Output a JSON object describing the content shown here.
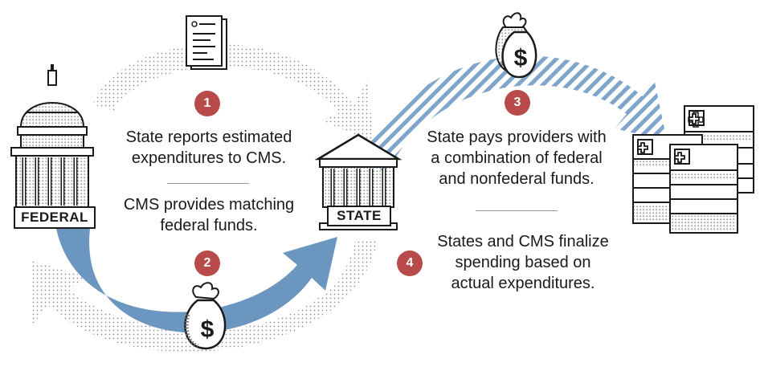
{
  "steps": [
    {
      "number": "1",
      "lines": [
        "State reports estimated",
        "expenditures to CMS."
      ]
    },
    {
      "number": "2",
      "lines": [
        "CMS provides matching",
        "federal funds."
      ]
    },
    {
      "number": "3",
      "lines": [
        "State pays providers with",
        "a combination of federal",
        "and nonfederal funds."
      ]
    },
    {
      "number": "4",
      "lines": [
        "States and CMS finalize",
        "spending based on",
        "actual expenditures."
      ]
    }
  ],
  "labels": {
    "federal": "FEDERAL",
    "state": "STATE"
  },
  "colors": {
    "arrow_blue": "#6b96c0",
    "stripe_blue": "#7fa5cc",
    "badge_red": "#b84a4a",
    "dots": "#8a8a8a",
    "ink": "#1a1a1a"
  },
  "icons": [
    "capitol-building-icon",
    "state-building-icon",
    "document-icon",
    "money-bag-icon",
    "medical-records-icon"
  ]
}
